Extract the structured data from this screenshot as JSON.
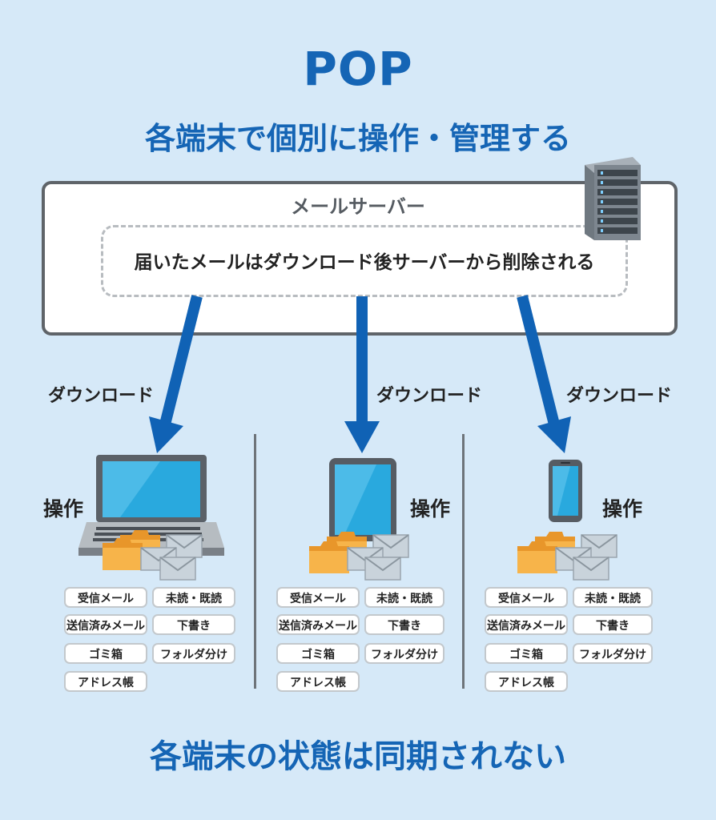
{
  "title": "POP",
  "subtitle": "各端末で個別に操作・管理する",
  "server": {
    "label": "メールサーバー",
    "note": "届いたメールはダウンロード後サーバーから削除される",
    "icon": "server-rack-icon"
  },
  "devices": [
    {
      "type": "laptop",
      "download_label": "ダウンロード",
      "operation_label": "操作",
      "tags": [
        "受信メール",
        "未読・既読",
        "送信済みメール",
        "下書き",
        "ゴミ箱",
        "フォルダ分け",
        "アドレス帳"
      ]
    },
    {
      "type": "tablet",
      "download_label": "ダウンロード",
      "operation_label": "操作",
      "tags": [
        "受信メール",
        "未読・既読",
        "送信済みメール",
        "下書き",
        "ゴミ箱",
        "フォルダ分け",
        "アドレス帳"
      ]
    },
    {
      "type": "smartphone",
      "download_label": "ダウンロード",
      "operation_label": "操作",
      "tags": [
        "受信メール",
        "未読・既読",
        "送信済みメール",
        "下書き",
        "ゴミ箱",
        "フォルダ分け",
        "アドレス帳"
      ]
    }
  ],
  "footer": "各端末の状態は同期されない",
  "colors": {
    "background": "#d6e9f8",
    "accent": "#1565b5",
    "arrow": "#1062b5",
    "folder": "#f5a623",
    "screen": "#29a9de"
  }
}
